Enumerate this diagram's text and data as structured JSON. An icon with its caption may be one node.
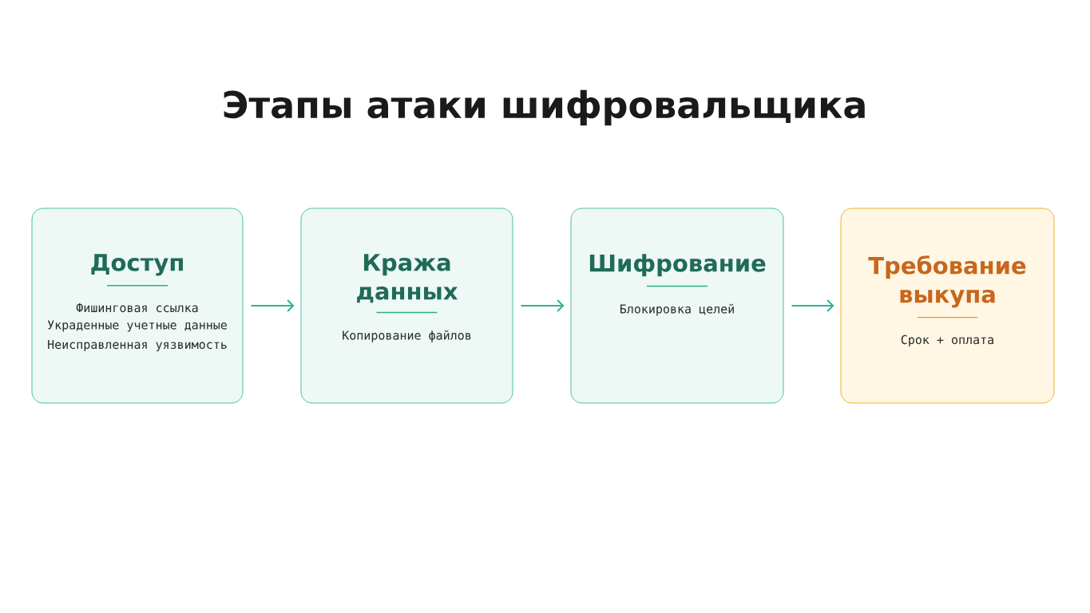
{
  "diagram": {
    "title": "Этапы атаки шифровальщика",
    "nodes": [
      {
        "text": [
          "Доступ",
          "Фишинговая ссылка",
          "Украденные учетные данные",
          "Неисправленная уязвимость"
        ]
      },
      {
        "text": [
          "Кража данных",
          "Копирование файлов"
        ]
      },
      {
        "text": [
          "Шифрование",
          "Блокировка целей"
        ]
      },
      {
        "text": [
          "Требование выкупа",
          "Срок + оплата"
        ]
      }
    ],
    "edges": [
      {
        "from": 0,
        "to": 1,
        "arrow": "to"
      },
      {
        "from": 1,
        "to": 2,
        "arrow": "to"
      },
      {
        "from": 2,
        "to": 3,
        "arrow": "to"
      }
    ]
  }
}
